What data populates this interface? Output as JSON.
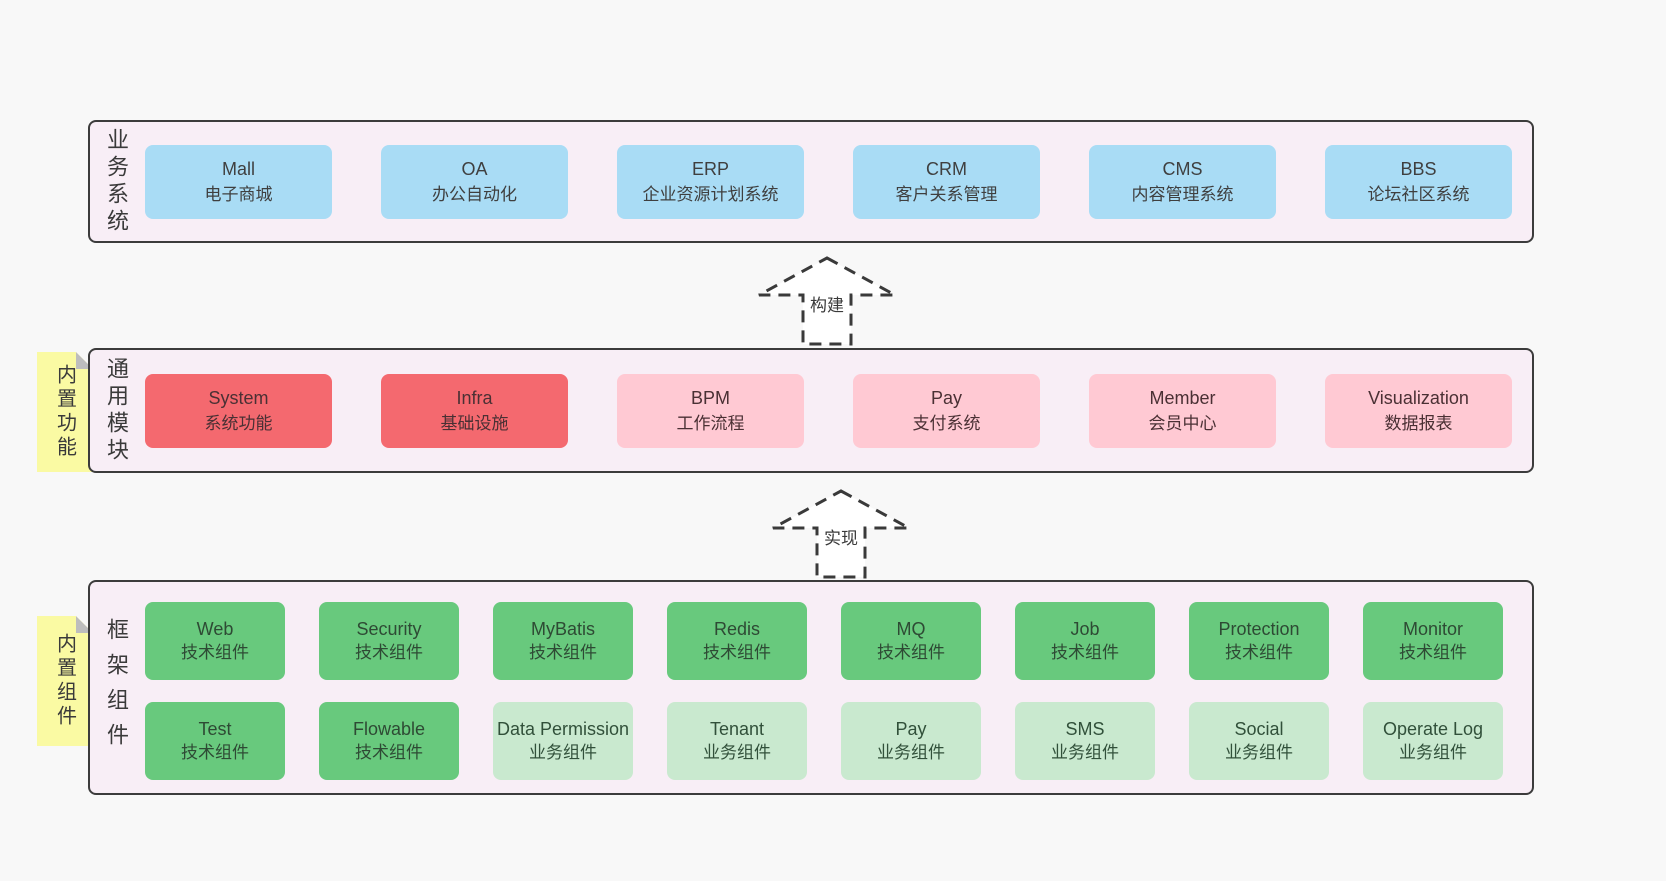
{
  "colors": {
    "page_bg": "#f8f8f8",
    "panel_bg": "#f8eef6",
    "panel_border": "#3c3c3c",
    "card_blue": "#a9dcf5",
    "card_red": "#f4696f",
    "card_pink": "#ffc9d3",
    "card_green": "#68c97d",
    "card_green_light": "#c9e9cf",
    "note_yellow": "#fafaa3",
    "note_fold_gray": "#bdbdbd"
  },
  "arrows": [
    {
      "label": "构建"
    },
    {
      "label": "实现"
    }
  ],
  "sections": {
    "business": {
      "label": "业务系统",
      "items": [
        {
          "title": "Mall",
          "subtitle": "电子商城"
        },
        {
          "title": "OA",
          "subtitle": "办公自动化"
        },
        {
          "title": "ERP",
          "subtitle": "企业资源计划系统"
        },
        {
          "title": "CRM",
          "subtitle": "客户关系管理"
        },
        {
          "title": "CMS",
          "subtitle": "内容管理系统"
        },
        {
          "title": "BBS",
          "subtitle": "论坛社区系统"
        }
      ]
    },
    "modules": {
      "label": "通用模块",
      "note": "内置功能",
      "items": [
        {
          "title": "System",
          "subtitle": "系统功能"
        },
        {
          "title": "Infra",
          "subtitle": "基础设施"
        },
        {
          "title": "BPM",
          "subtitle": "工作流程"
        },
        {
          "title": "Pay",
          "subtitle": "支付系统"
        },
        {
          "title": "Member",
          "subtitle": "会员中心"
        },
        {
          "title": "Visualization",
          "subtitle": "数据报表"
        }
      ]
    },
    "framework": {
      "label": "框架组件",
      "note": "内置组件",
      "row1": [
        {
          "title": "Web",
          "subtitle": "技术组件"
        },
        {
          "title": "Security",
          "subtitle": "技术组件"
        },
        {
          "title": "MyBatis",
          "subtitle": "技术组件"
        },
        {
          "title": "Redis",
          "subtitle": "技术组件"
        },
        {
          "title": "MQ",
          "subtitle": "技术组件"
        },
        {
          "title": "Job",
          "subtitle": "技术组件"
        },
        {
          "title": "Protection",
          "subtitle": "技术组件"
        },
        {
          "title": "Monitor",
          "subtitle": "技术组件"
        }
      ],
      "row2": [
        {
          "title": "Test",
          "subtitle": "技术组件"
        },
        {
          "title": "Flowable",
          "subtitle": "技术组件"
        },
        {
          "title": "Data Permission",
          "subtitle": "业务组件"
        },
        {
          "title": "Tenant",
          "subtitle": "业务组件"
        },
        {
          "title": "Pay",
          "subtitle": "业务组件"
        },
        {
          "title": "SMS",
          "subtitle": "业务组件"
        },
        {
          "title": "Social",
          "subtitle": "业务组件"
        },
        {
          "title": "Operate Log",
          "subtitle": "业务组件"
        }
      ]
    }
  }
}
